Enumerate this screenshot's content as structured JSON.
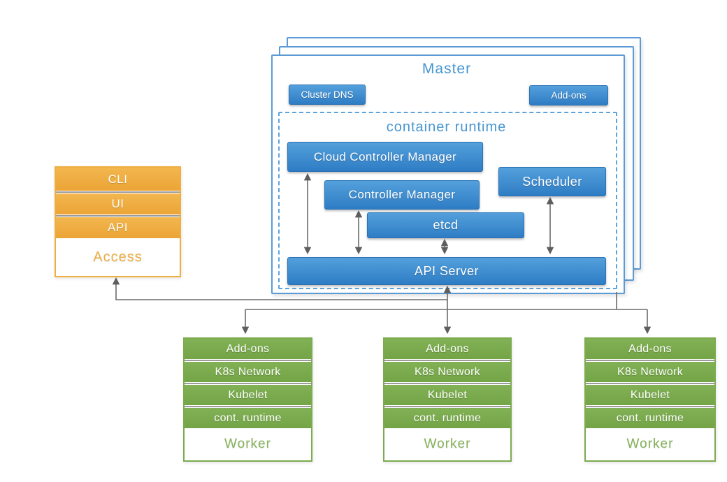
{
  "colors": {
    "blue_top": "#54a0dc",
    "blue_bottom": "#2e7cc4",
    "light_blue": "#5b9bd5",
    "title_blue": "#4796d2",
    "orange": "#efae41",
    "green": "#7cab50",
    "arrow_gray": "#6a6a6a"
  },
  "master": {
    "title": "Master",
    "badges": {
      "cluster_dns": "Cluster DNS",
      "add_ons": "Add-ons"
    },
    "runtime_title": "container runtime",
    "components": {
      "cloud_controller_manager": "Cloud Controller Manager",
      "controller_manager": "Controller Manager",
      "scheduler": "Scheduler",
      "etcd": "etcd",
      "api_server": "API Server"
    }
  },
  "access": {
    "rows": [
      "CLI",
      "UI",
      "API"
    ],
    "title": "Access"
  },
  "workers": [
    {
      "rows": [
        "Add-ons",
        "K8s Network",
        "Kubelet",
        "cont. runtime"
      ],
      "title": "Worker"
    },
    {
      "rows": [
        "Add-ons",
        "K8s Network",
        "Kubelet",
        "cont. runtime"
      ],
      "title": "Worker"
    },
    {
      "rows": [
        "Add-ons",
        "K8s Network",
        "Kubelet",
        "cont. runtime"
      ],
      "title": "Worker"
    }
  ]
}
